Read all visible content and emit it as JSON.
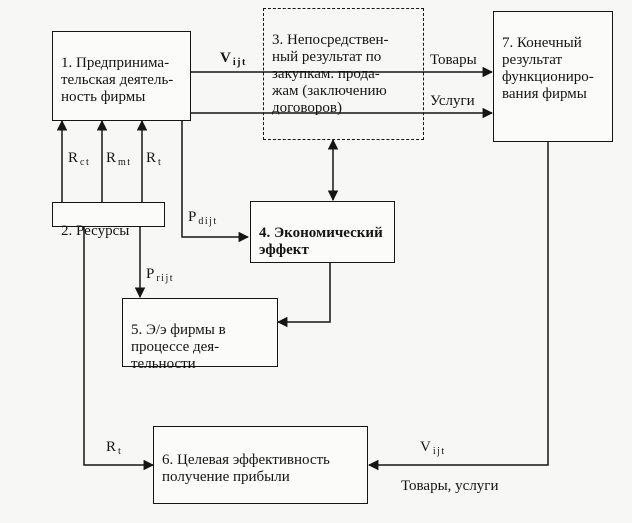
{
  "blocks": {
    "entrepreneurial": "1. Предпринима-\nтельская деятель-\nность фирмы",
    "resources": "2. Ресурсы",
    "direct_result": "3. Непосредствен-\nный результат по\nзакупкам. прода-\nжам (заключению\nдоговоров)",
    "economic_effect": "4. Экономический\nэффект",
    "firm_efficiency": "5. Э/э фирмы в\nпроцессе дея-\nтельности",
    "target_efficiency": "6. Целевая эффективность\nполучение прибыли",
    "final_result": "7. Конечный\nрезультат\nфункциониро-\nвания фирмы"
  },
  "labels": {
    "v_top": {
      "main": "V",
      "sub": "ijt"
    },
    "goods": "Товары",
    "services": "Услуги",
    "r_ct": {
      "main": "R",
      "sub": "ct"
    },
    "r_mt": {
      "main": "R",
      "sub": "mt"
    },
    "r_t": {
      "main": "R",
      "sub": "t"
    },
    "p_dijt": {
      "main": "P",
      "sub": "dijt"
    },
    "p_rijt": {
      "main": "P",
      "sub": "rijt"
    },
    "r_t_bottom": {
      "main": "R",
      "sub": "t"
    },
    "v_bottom": {
      "main": "V",
      "sub": "ijt"
    },
    "goods_services": "Товары, услуги"
  },
  "colors": {
    "line": "#151515",
    "background": "#f7f7f5"
  }
}
